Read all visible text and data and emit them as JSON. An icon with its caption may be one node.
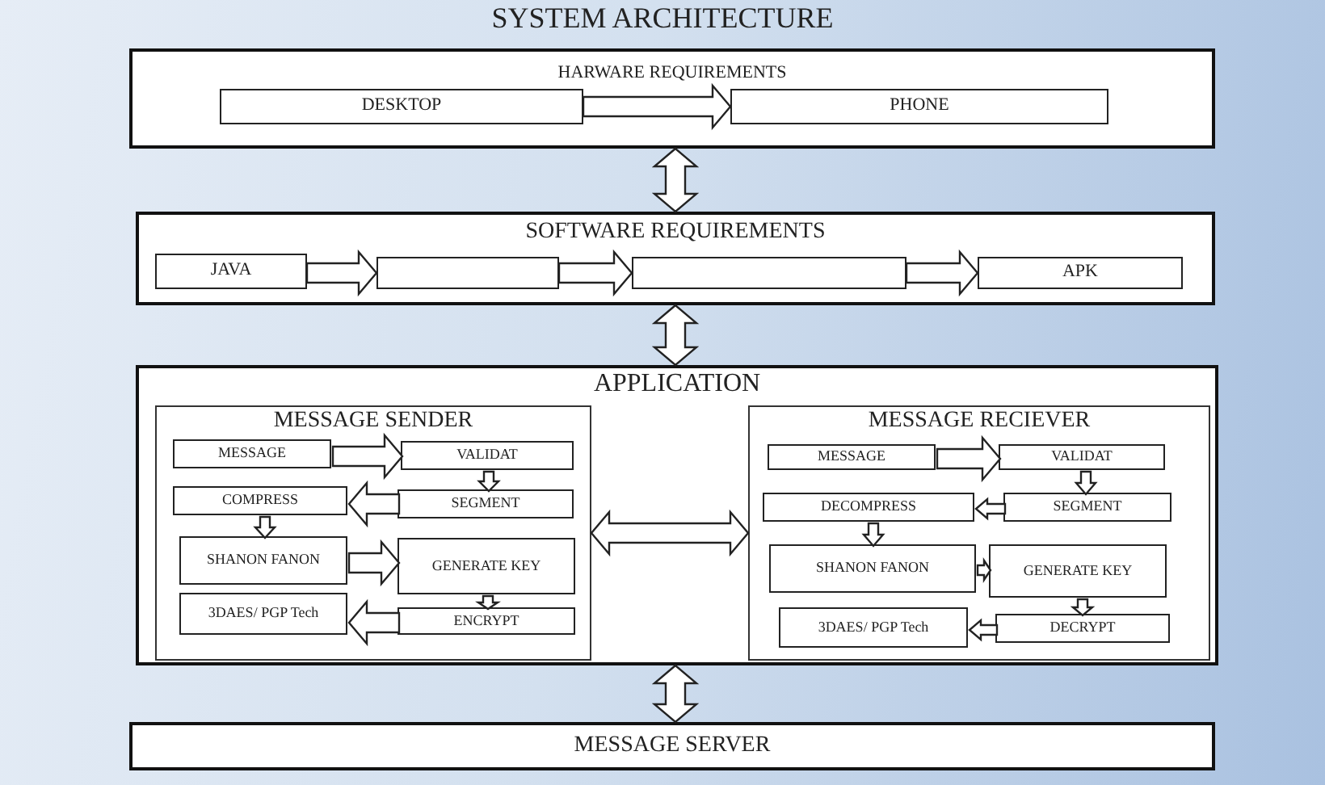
{
  "diagram": {
    "title": "SYSTEM ARCHITECTURE",
    "nodes": [
      {
        "text": [
          "HARWARE REQUIREMENTS"
        ]
      },
      {
        "text": [
          "DESKTOP"
        ],
        "in": 0
      },
      {
        "text": [
          "PHONE"
        ],
        "in": 0
      },
      {
        "text": [
          "SOFTWARE REQUIREMENTS"
        ]
      },
      {
        "text": [
          "JAVA"
        ],
        "in": 3
      },
      {
        "text": [],
        "shape": "box",
        "in": 3
      },
      {
        "text": [],
        "shape": "box",
        "in": 3
      },
      {
        "text": [
          "APK"
        ],
        "in": 3
      },
      {
        "text": [
          "APPLICATION"
        ]
      },
      {
        "text": [
          "MESSAGE SENDER"
        ],
        "in": 8
      },
      {
        "text": [
          "MESSAGE"
        ],
        "in": 9
      },
      {
        "text": [
          "VALIDAT"
        ],
        "in": 9
      },
      {
        "text": [
          "COMPRESS"
        ],
        "in": 9
      },
      {
        "text": [
          "SEGMENT"
        ],
        "in": 9
      },
      {
        "text": [
          "SHANON FANON"
        ],
        "in": 9
      },
      {
        "text": [
          "GENERATE KEY"
        ],
        "in": 9
      },
      {
        "text": [
          "3DAES/ PGP Tech"
        ],
        "in": 9
      },
      {
        "text": [
          "ENCRYPT"
        ],
        "in": 9
      },
      {
        "text": [
          "MESSAGE RECIEVER"
        ],
        "in": 8
      },
      {
        "text": [
          "MESSAGE"
        ],
        "in": 18
      },
      {
        "text": [
          "VALIDAT"
        ],
        "in": 18
      },
      {
        "text": [
          "DECOMPRESS"
        ],
        "in": 18
      },
      {
        "text": [
          "SEGMENT"
        ],
        "in": 18
      },
      {
        "text": [
          "SHANON FANON"
        ],
        "in": 18
      },
      {
        "text": [
          "GENERATE KEY"
        ],
        "in": 18
      },
      {
        "text": [
          "3DAES/ PGP Tech"
        ],
        "in": 18
      },
      {
        "text": [
          "DECRYPT"
        ],
        "in": 18
      },
      {
        "text": [
          "MESSAGE SERVER"
        ]
      }
    ],
    "edges": [
      {
        "from": 1,
        "to": 2,
        "arrow": "to"
      },
      {
        "from": 0,
        "to": 3,
        "arrow": "both"
      },
      {
        "from": 4,
        "to": 5,
        "arrow": "to"
      },
      {
        "from": 5,
        "to": 6,
        "arrow": "to"
      },
      {
        "from": 6,
        "to": 7,
        "arrow": "to"
      },
      {
        "from": 3,
        "to": 8,
        "arrow": "both"
      },
      {
        "from": 9,
        "to": 18,
        "arrow": "both"
      },
      {
        "from": 8,
        "to": 27,
        "arrow": "both"
      },
      {
        "from": 10,
        "to": 11,
        "arrow": "to"
      },
      {
        "from": 11,
        "to": 13,
        "arrow": "to"
      },
      {
        "from": 13,
        "to": 12,
        "arrow": "to"
      },
      {
        "from": 12,
        "to": 14,
        "arrow": "to"
      },
      {
        "from": 14,
        "to": 15,
        "arrow": "to"
      },
      {
        "from": 15,
        "to": 17,
        "arrow": "to"
      },
      {
        "from": 17,
        "to": 16,
        "arrow": "to"
      },
      {
        "from": 19,
        "to": 20,
        "arrow": "to"
      },
      {
        "from": 20,
        "to": 22,
        "arrow": "to"
      },
      {
        "from": 22,
        "to": 21,
        "arrow": "to"
      },
      {
        "from": 21,
        "to": 23,
        "arrow": "to"
      },
      {
        "from": 23,
        "to": 24,
        "arrow": "to"
      },
      {
        "from": 24,
        "to": 26,
        "arrow": "to"
      },
      {
        "from": 26,
        "to": 25,
        "arrow": "to"
      }
    ]
  }
}
